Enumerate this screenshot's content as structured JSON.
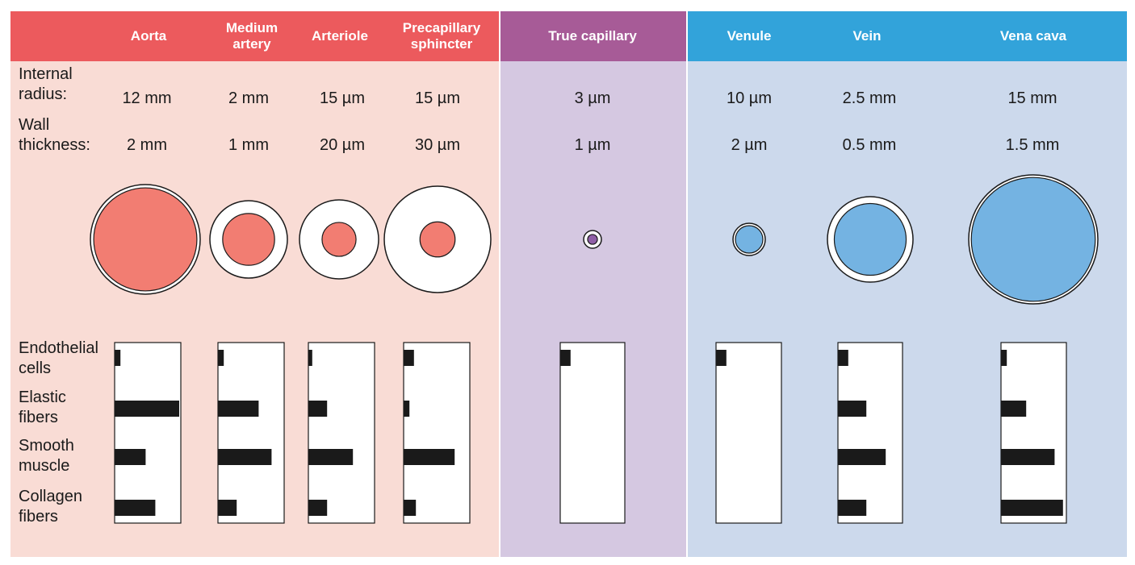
{
  "colors": {
    "artery_panel": "#f9dcd5",
    "artery_header": "#ec5a5d",
    "capillary_panel": "#d5c8e1",
    "capillary_header": "#a75b97",
    "vein_panel": "#ccd9ec",
    "vein_header": "#32a3da",
    "artery_lumen": "#f27d72",
    "capillary_lumen": "#8f5fa6",
    "vein_lumen": "#74b3e2",
    "bar": "#1a1a1a"
  },
  "headers": [
    {
      "label": "Aorta"
    },
    {
      "label": "Medium\nartery"
    },
    {
      "label": "Arteriole"
    },
    {
      "label": "Precapillary\nsphincter"
    },
    {
      "label": "True capillary"
    },
    {
      "label": "Venule"
    },
    {
      "label": "Vein"
    },
    {
      "label": "Vena cava"
    }
  ],
  "row_labels": {
    "internal_radius": "Internal\nradius:",
    "wall_thickness": "Wall\nthickness:",
    "endothelial": "Endothelial\ncells",
    "elastic": "Elastic\nfibers",
    "smooth": "Smooth\nmuscle",
    "collagen": "Collagen\nfibers"
  },
  "internal_radius": [
    "12 mm",
    "2 mm",
    "15 µm",
    "15 µm",
    "3 µm",
    "10 µm",
    "2.5 mm",
    "15 mm"
  ],
  "wall_thickness": [
    "2 mm",
    "1 mm",
    "20 µm",
    "30 µm",
    "1 µm",
    "2 µm",
    "0.5 mm",
    "1.5 mm"
  ],
  "vessel_groups": [
    "artery",
    "artery",
    "artery",
    "artery",
    "capillary",
    "vein",
    "vein",
    "vein"
  ],
  "lumen_fraction": [
    0.94,
    0.67,
    0.43,
    0.33,
    0.55,
    0.85,
    0.84,
    0.96
  ],
  "composition": {
    "components": [
      "endothelial",
      "elastic",
      "smooth",
      "collagen"
    ],
    "values": [
      [
        0.09,
        1.0,
        0.48,
        0.63
      ],
      [
        0.09,
        0.63,
        0.83,
        0.29
      ],
      [
        0.06,
        0.29,
        0.69,
        0.29
      ],
      [
        0.16,
        0.09,
        0.79,
        0.19
      ],
      [
        0.16,
        0.0,
        0.0,
        0.0
      ],
      [
        0.16,
        0.0,
        0.0,
        0.0
      ],
      [
        0.16,
        0.44,
        0.74,
        0.44
      ],
      [
        0.09,
        0.39,
        0.83,
        0.96
      ]
    ]
  }
}
